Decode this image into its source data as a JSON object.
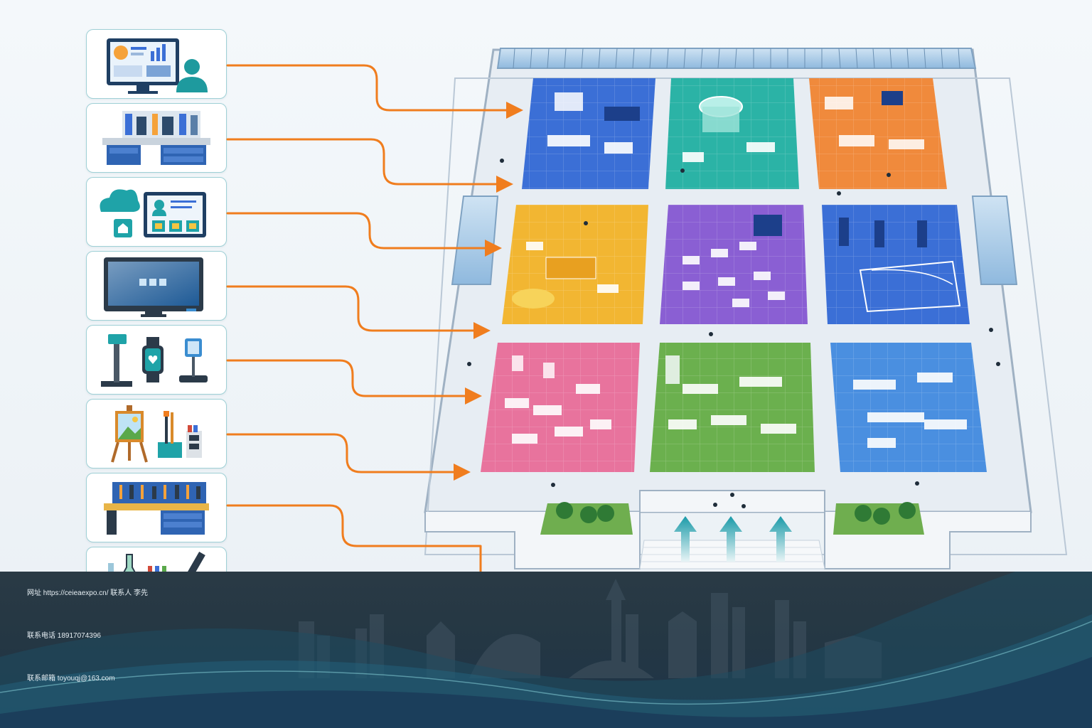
{
  "categories": [
    {
      "name": "information-technology",
      "icon": "monitor-dashboard-user-icon",
      "accent": "#1e88a8"
    },
    {
      "name": "electronics-lab",
      "icon": "electronics-workbench-icon",
      "accent": "#3a6fb5"
    },
    {
      "name": "smart-education",
      "icon": "cloud-learning-screen-icon",
      "accent": "#1fa3a8"
    },
    {
      "name": "smart-display",
      "icon": "interactive-display-icon",
      "accent": "#1d4e7a"
    },
    {
      "name": "health-fitness",
      "icon": "fitness-scale-watch-icon",
      "accent": "#2aa7b5"
    },
    {
      "name": "art-studio",
      "icon": "easel-palette-icon",
      "accent": "#d98a2b"
    },
    {
      "name": "maker-workshop",
      "icon": "tool-workbench-icon",
      "accent": "#3a6fb5"
    },
    {
      "name": "science-lab",
      "icon": "lab-microscope-icon",
      "accent": "#3a6fb5"
    }
  ],
  "zones": [
    {
      "id": "zone-it",
      "color": "#3b6fd6"
    },
    {
      "id": "zone-vr",
      "color": "#2bb3a6"
    },
    {
      "id": "zone-robotics",
      "color": "#f08a3c"
    },
    {
      "id": "zone-kids",
      "color": "#f2b632"
    },
    {
      "id": "zone-classroom",
      "color": "#8a5fd3"
    },
    {
      "id": "zone-fitness",
      "color": "#3b6fd6"
    },
    {
      "id": "zone-art",
      "color": "#e8739d"
    },
    {
      "id": "zone-maker",
      "color": "#6bb04e"
    },
    {
      "id": "zone-science",
      "color": "#4a8fe0"
    }
  ],
  "connector_color": "#f07d1e",
  "entrance_arrow_color": "#1a9aa8",
  "footer": {
    "website": "网址 https://ceieaexpo.cn/ 联系人 李先",
    "phone": "联系电话 18917074396",
    "email": "联系邮箱 toyouqj@163.com"
  }
}
